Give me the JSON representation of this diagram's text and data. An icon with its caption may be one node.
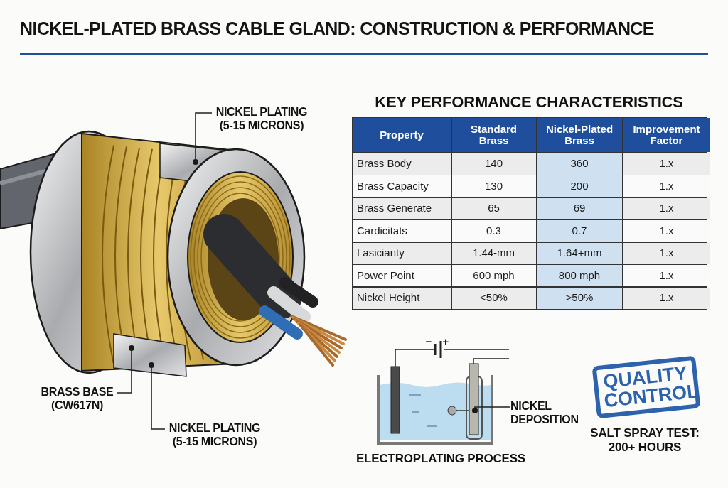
{
  "diagram": {
    "title": "NICKEL-PLATED BRASS CABLE GLAND: CONSTRUCTION & PERFORMANCE",
    "nodes": [
      {
        "text": [
          "NICKEL PLATING (5-15 MICRONS)"
        ]
      },
      {
        "text": [],
        "shape": "circle"
      },
      {
        "text": [
          "BRASS BASE (CW617N)"
        ]
      },
      {
        "text": [],
        "shape": "circle"
      },
      {
        "text": [
          "NICKEL PLATING (5-15 MICRONS)"
        ]
      },
      {
        "text": [],
        "shape": "circle"
      },
      {
        "text": [
          "NICKEL DEPOSITION"
        ]
      },
      {
        "text": [],
        "shape": "circle"
      },
      {
        "text": [
          "QUALITY CONTROL"
        ]
      }
    ],
    "edges": [
      {
        "from": 0,
        "to": 1,
        "arrow": "none"
      },
      {
        "from": 2,
        "to": 3,
        "arrow": "none"
      },
      {
        "from": 4,
        "to": 5,
        "arrow": "none"
      },
      {
        "from": 6,
        "to": 7,
        "arrow": "none"
      }
    ],
    "labels": [
      "KEY PERFORMANCE CHARACTERISTICS",
      "Property",
      "Standard Brass",
      "Nickel-Plated Brass",
      "Improvement Factor",
      "Brass Body",
      "140",
      "360",
      "1.x",
      "Brass Capacity",
      "130",
      "200",
      "1.x",
      "Brass Generate",
      "65",
      "69",
      "1.x",
      "Cardicitats",
      "0.3",
      "0.7",
      "1.x",
      "Lasicianty",
      "1.44-mm",
      "1.64+mm",
      "1.x",
      "Power Point",
      "600 mph",
      "800 mph",
      "1.x",
      "Nickel Height",
      "<50%",
      ">50%",
      "1.x",
      "−",
      "+",
      "ELECTROPLATING PROCESS",
      "SALT SPRAY TEST: 200+ HOURS"
    ]
  }
}
